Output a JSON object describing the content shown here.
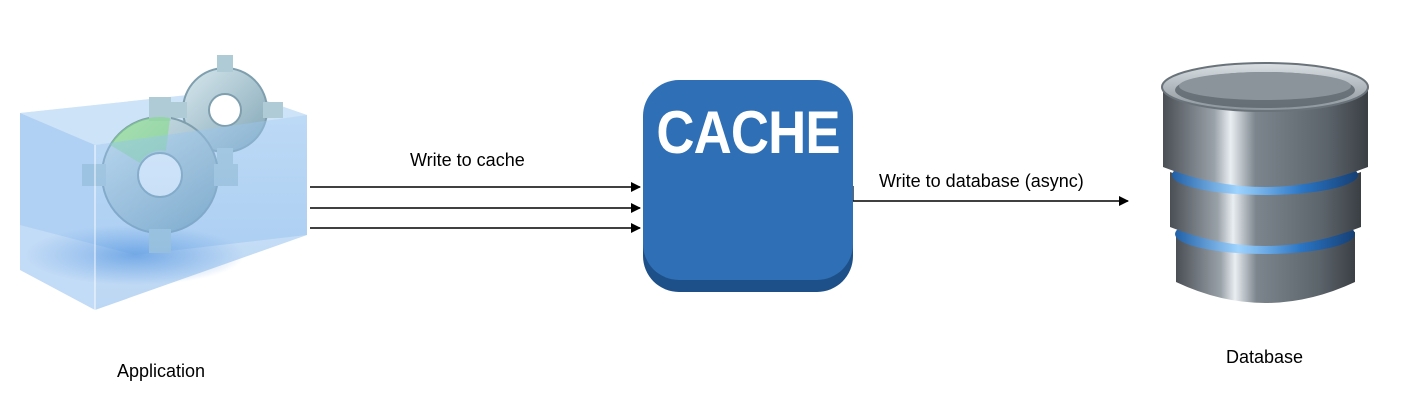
{
  "nodes": {
    "application": {
      "label": "Application",
      "icon": "gears-in-box-icon"
    },
    "cache": {
      "label": "CACHE",
      "icon": "cache-block-icon",
      "color": "#2f6fb5"
    },
    "database": {
      "label": "Database",
      "icon": "database-cylinder-icon"
    }
  },
  "edges": {
    "app_to_cache": {
      "label": "Write to cache"
    },
    "cache_to_db": {
      "label": "Write to database (async)"
    }
  }
}
